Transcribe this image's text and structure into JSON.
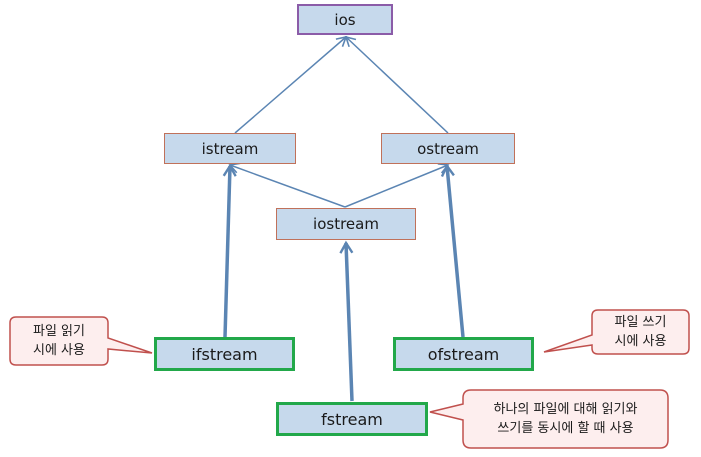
{
  "nodes": {
    "ios": "ios",
    "istream": "istream",
    "ostream": "ostream",
    "iostream": "iostream",
    "ifstream": "ifstream",
    "ofstream": "ofstream",
    "fstream": "fstream"
  },
  "callouts": {
    "ifstream_note": "파일 읽기\n시에 사용",
    "ofstream_note": "파일 쓰기\n시에 사용",
    "fstream_note": "하나의 파일에 대해 읽기와\n쓰기를 동시에 할 때 사용"
  },
  "colors": {
    "box_fill": "#c6d9ec",
    "base_border": "#c0715a",
    "top_border": "#8b5ca8",
    "file_border": "#22a84a",
    "arrow": "#5b85b3",
    "callout_fill": "#fdeeee",
    "callout_border": "#c0504d"
  }
}
